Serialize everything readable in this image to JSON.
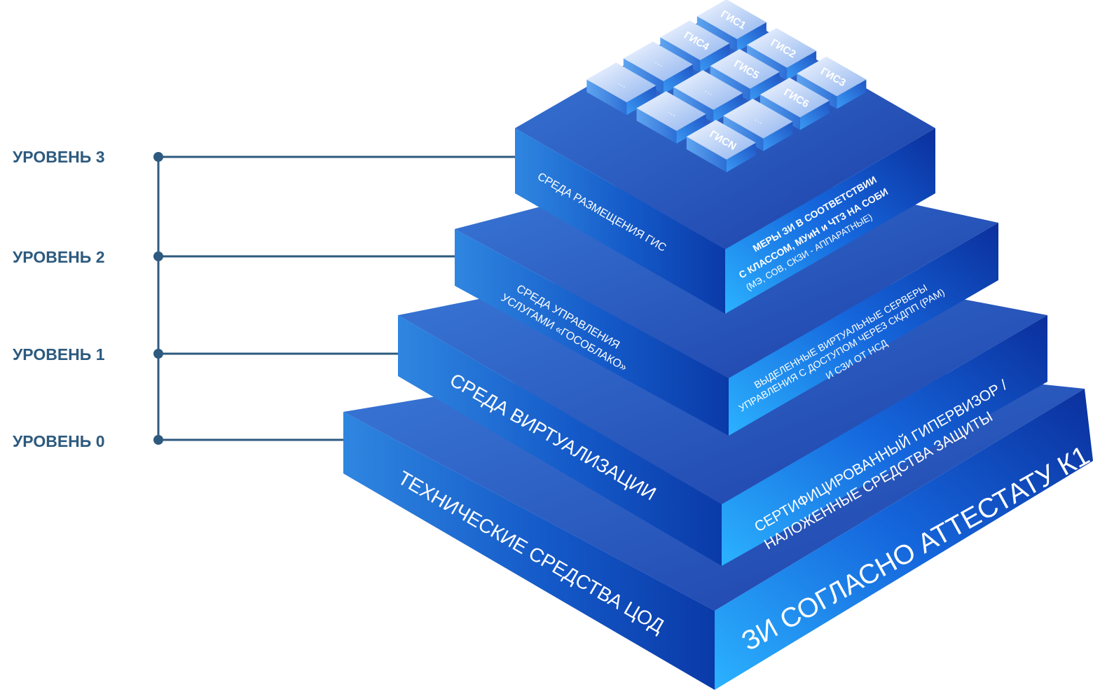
{
  "levels": [
    {
      "label": "УРОВЕНЬ 3"
    },
    {
      "label": "УРОВЕНЬ 2"
    },
    {
      "label": "УРОВЕНЬ 1"
    },
    {
      "label": "УРОВЕНЬ 0"
    }
  ],
  "tiers": {
    "tier0": {
      "left_text": "ТЕХНИЧЕСКИЕ СРЕДСТВА ЦОД",
      "right_text": "ЗИ СОГЛАСНО АТТЕСТАТУ К1"
    },
    "tier1": {
      "left_text": "СРЕДА ВИРТУАЛИЗАЦИИ",
      "right_line1": "СЕРТИФИЦИРОВАННЫЙ ГИПЕРВИЗОР /",
      "right_line2": "НАЛОЖЕННЫЕ СРЕДСТВА ЗАЩИТЫ"
    },
    "tier2": {
      "left_line1": "СРЕДА УПРАВЛЕНИЯ",
      "left_line2": "УСЛУГАМИ «ГОСОБЛАКО»",
      "right_line1": "ВЫДЕЛЕННЫЕ ВИРТУАЛЬНЫЕ СЕРВЕРЫ",
      "right_line2": "УПРАВЛЕНИЯ С ДОСТУПОМ ЧЕРЕЗ СКДПП (PAM)",
      "right_line3": "И СЗИ ОТ НСД"
    },
    "tier3": {
      "left_text": "СРЕДА РАЗМЕЩЕНИЯ ГИС",
      "right_line1": "МЕРЫ ЗИ В СООТВЕТСТВИИ",
      "right_line2": "С КЛАССОМ, МУиН и ЧТЗ НА СОБИ",
      "right_line3": "(МЭ, СОВ, СКЗИ - АППАРАТНЫЕ)"
    }
  },
  "tiles": {
    "t1": "ГИС1",
    "t2": "ГИС2",
    "t3": "ГИС3",
    "t4": "ГИС4",
    "t5": "ГИС5",
    "t6": "ГИС6",
    "tn": "ГИСN",
    "dots": "..."
  },
  "colors": {
    "label": "#2d5a7e",
    "connector": "#2d5a7e",
    "top_face": "#2a4fb8",
    "left_face_light": "#2f86e0",
    "left_face_dark": "#0a3aa8",
    "right_face_light": "#2bb2ff",
    "right_face_dark": "#0b2f9c"
  }
}
